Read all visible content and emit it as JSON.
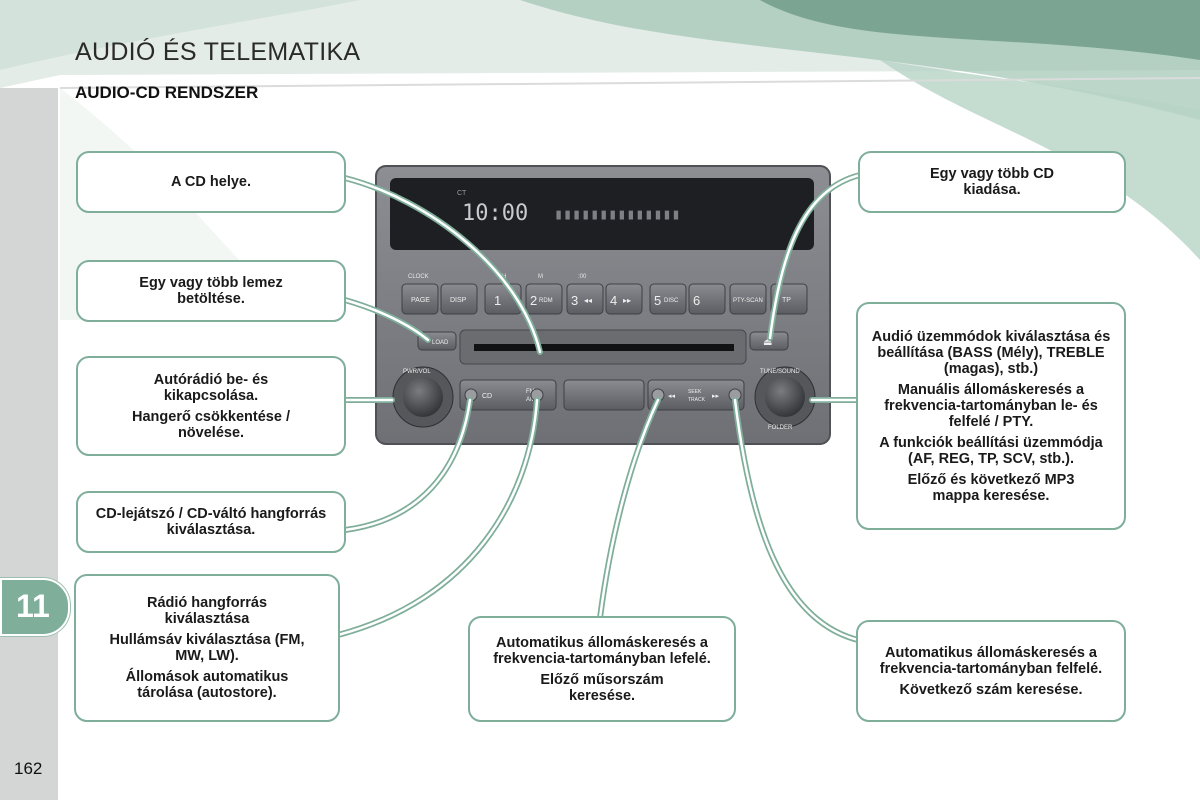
{
  "header": {
    "title": "AUDIÓ ÉS TELEMATIKA",
    "subtitle": "AUDIO-CD RENDSZER"
  },
  "chapter": {
    "number": "11"
  },
  "page": {
    "number": "162"
  },
  "radio": {
    "display": {
      "ct": "CT",
      "time": "10:00",
      "segments": "▮▮▮▮▮▮▮▮▮▮▮▮▮▮"
    },
    "labels": {
      "clock": "CLOCK",
      "h": "H",
      "m": "M",
      "zero": ":00",
      "page": "PAGE",
      "disp": "DISP",
      "btn1": "1",
      "btn2": "2",
      "rdm": "RDM",
      "btn3": "3",
      "btn4": "4",
      "btn5": "5",
      "disc": "DISC",
      "btn6": "6",
      "ptyscan": "PTY-SCAN",
      "tp": "TP",
      "load": "LOAD",
      "cd": "CD",
      "fm": "FM",
      "am": "AM",
      "seek": "SEEK",
      "track": "TRACK",
      "pwrvol": "PWR/VOL",
      "tunesound": "TUNE/SOUND",
      "folder": "FOLDER"
    }
  },
  "callouts": {
    "cd_slot": [
      "A CD helye."
    ],
    "eject": [
      "Egy vagy több CD kiadása."
    ],
    "load": [
      "Egy vagy több lemez betöltése."
    ],
    "power": [
      "Autórádió be- és kikapcsolása.",
      "Hangerő csökkentése / növelése."
    ],
    "tune": [
      "Audió üzemmódok kiválasztása és beállítása (BASS (Mély), TREBLE (magas), stb.)",
      "Manuális állomáskeresés a frekvencia-tartományban le- és felfelé / PTY.",
      "A funkciók beállítási üzemmódja (AF, REG, TP, SCV, stb.).",
      "Előző és következő MP3 mappa keresése."
    ],
    "cd_source": [
      "CD-lejátszó / CD-váltó hangforrás kiválasztása."
    ],
    "radio_source": [
      "Rádió hangforrás kiválasztása",
      "Hullámsáv kiválasztása (FM, MW, LW).",
      "Állomások automatikus tárolása (autostore)."
    ],
    "seek_down": [
      "Automatikus állomáskeresés a frekvencia-tartományban lefelé.",
      "Előző műsorszám keresése."
    ],
    "seek_up": [
      "Automatikus állomáskeresés a frekvencia-tartományban felfelé.",
      "Következő szám keresése."
    ]
  },
  "colors": {
    "accent": "#7fae9b",
    "radio_body": "#7d7f84",
    "radio_dark": "#3a3c40"
  }
}
